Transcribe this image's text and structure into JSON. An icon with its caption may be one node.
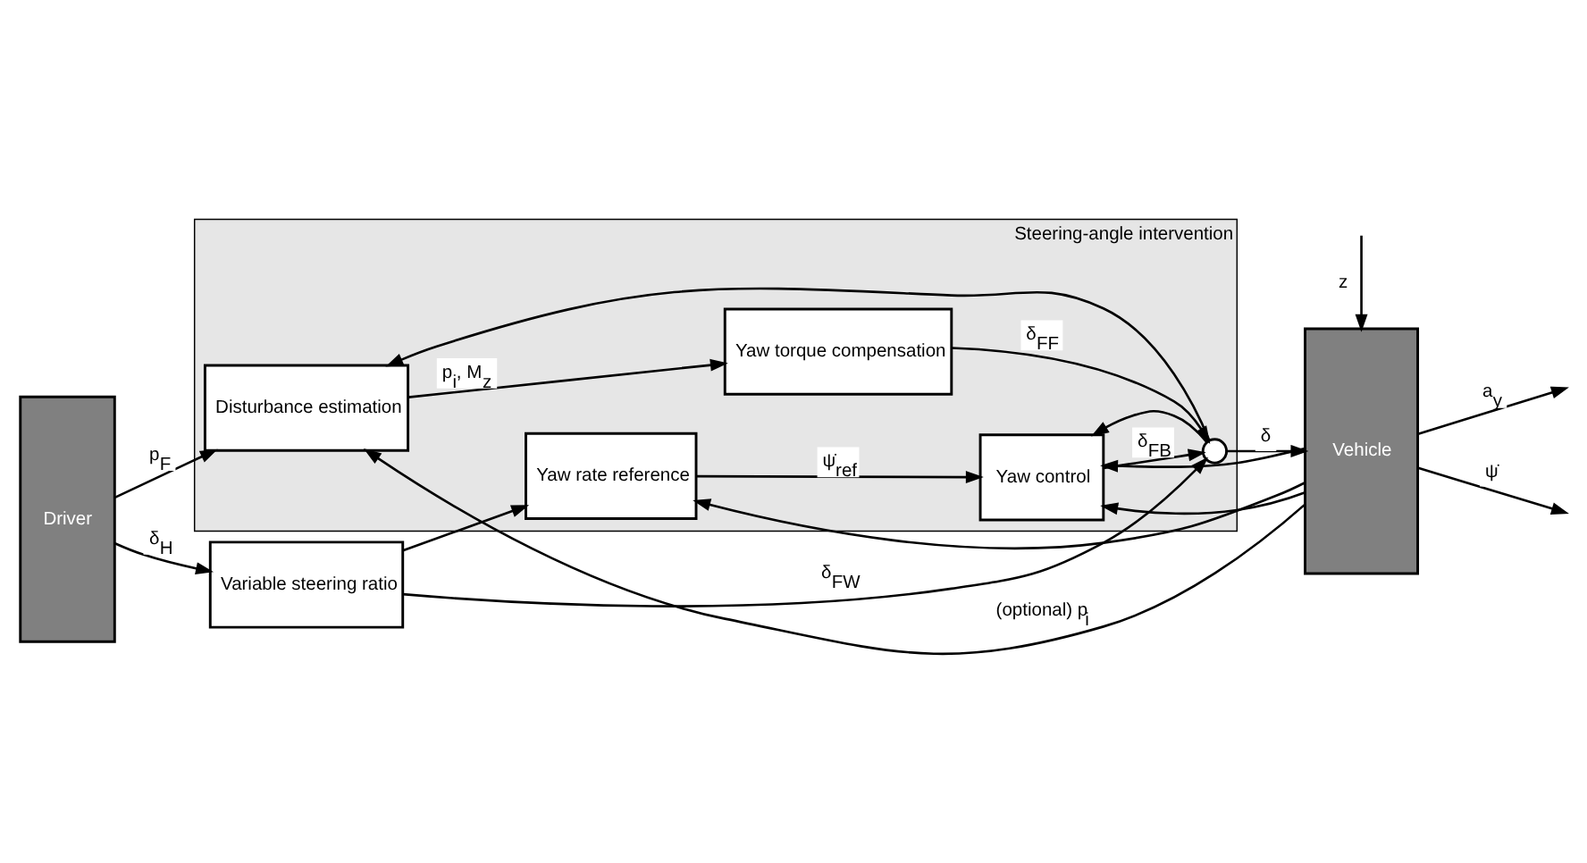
{
  "diagram": {
    "nodes": [
      {
        "text": [
          "Driver"
        ]
      },
      {
        "text": [
          "Variable steering ratio"
        ]
      },
      {
        "text": [
          "Steering-angle intervention"
        ]
      },
      {
        "text": [
          "Disturbance estimation"
        ],
        "in": 2
      },
      {
        "text": [
          "Yaw torque compensation"
        ],
        "in": 2
      },
      {
        "text": [],
        "shape": "circle",
        "in": 2
      },
      {
        "text": [
          "Yaw rate reference"
        ],
        "in": 2
      },
      {
        "text": [
          "Yaw control"
        ],
        "in": 2
      },
      {
        "text": [
          "Vehicle"
        ]
      }
    ],
    "edges": [
      {
        "from": 0,
        "to": 3,
        "arrow": "to",
        "label": "p$_{F}$"
      },
      {
        "from": 0,
        "to": 1,
        "arrow": "to",
        "label": "δ$_{H}$"
      },
      {
        "from": 1,
        "to": 5,
        "arrow": "to",
        "label": "δ$_{FW}$"
      },
      {
        "from": 1,
        "to": 6,
        "arrow": "to"
      },
      {
        "from": 3,
        "to": 4,
        "arrow": "to",
        "label": "p$_{i}$, M$_{z}$"
      },
      {
        "from": 4,
        "to": 5,
        "arrow": "to",
        "label": "δ$_{FF}$"
      },
      {
        "from": 6,
        "to": 7,
        "arrow": "to",
        "label": "ψ̇$_{ref}$"
      },
      {
        "from": 7,
        "to": 5,
        "arrow": "to",
        "label": "δ$_{FB}$"
      },
      {
        "from": 5,
        "to": 8,
        "arrow": "to",
        "label": "δ"
      },
      {
        "from": 5,
        "to": 3,
        "arrow": "to"
      },
      {
        "from": 5,
        "to": 7,
        "arrow": "to"
      },
      {
        "from": 8,
        "to": 3,
        "arrow": "to",
        "label": "(optional) p$_{i}$"
      },
      {
        "from": 8,
        "to": null,
        "arrow": "to",
        "label": "a$_{y}$"
      },
      {
        "from": 8,
        "to": null,
        "arrow": "to",
        "label": "ψ̇"
      },
      {
        "from": null,
        "to": 8,
        "arrow": "to",
        "label": "z"
      },
      {
        "from": 8,
        "to": 7,
        "arrow": "to"
      },
      {
        "from": 8,
        "to": 6,
        "arrow": "to"
      },
      {
        "from": 8,
        "to": 7,
        "arrow": "to"
      }
    ]
  }
}
